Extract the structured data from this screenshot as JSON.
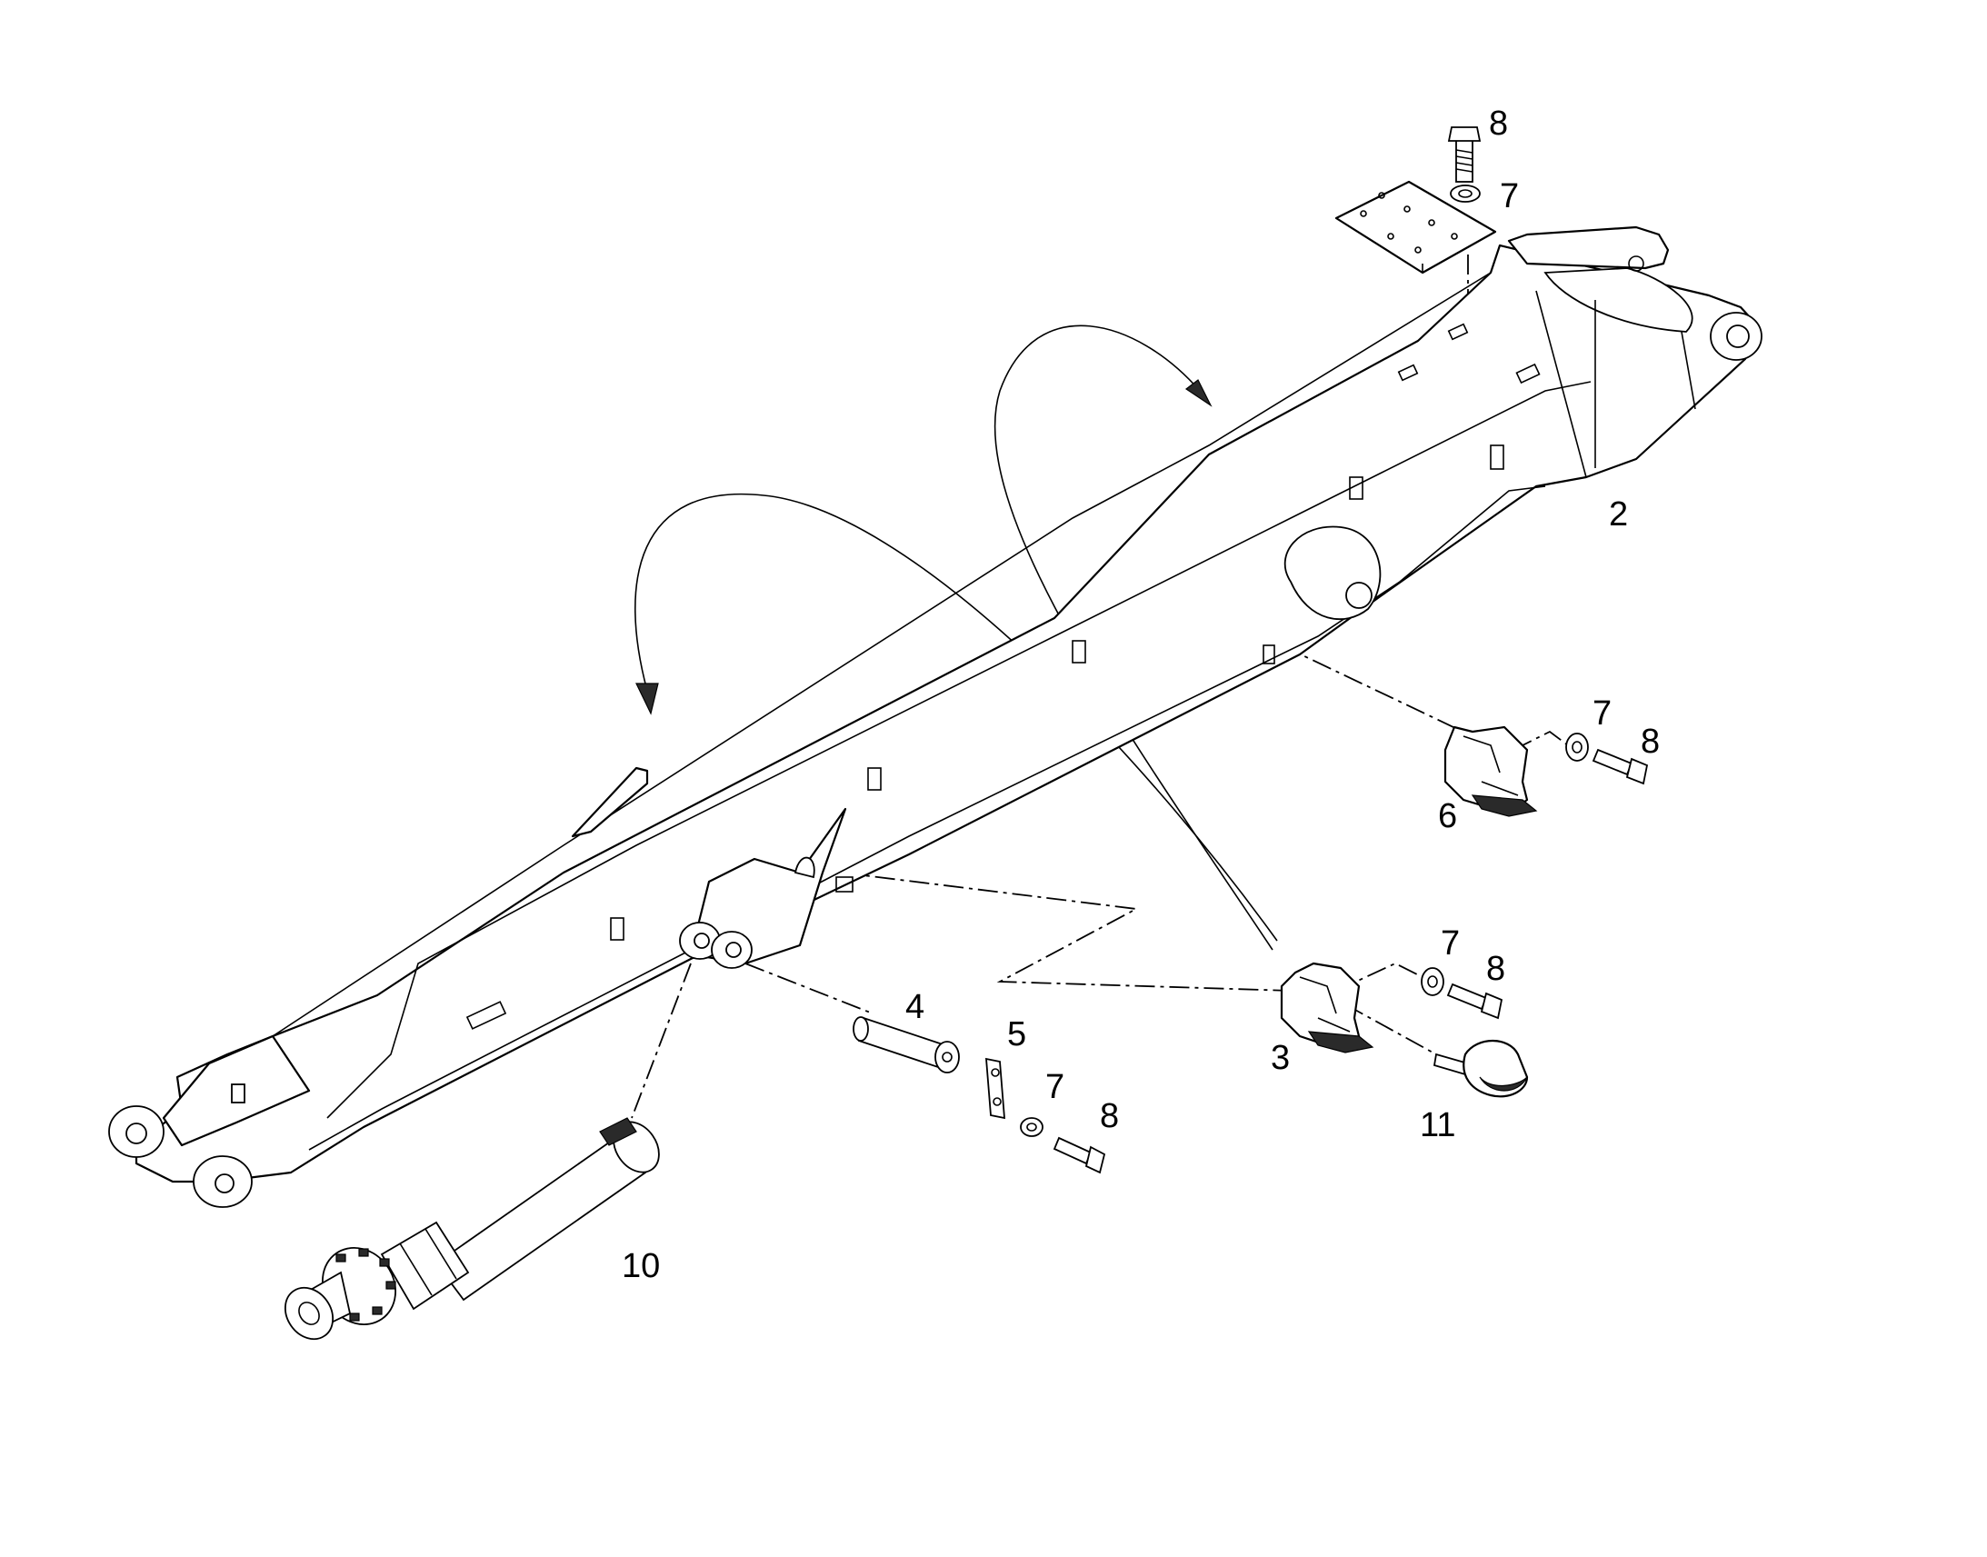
{
  "callouts": {
    "c2": "2",
    "c3": "3",
    "c4": "4",
    "c5": "5",
    "c6": "6",
    "c7_top": "7",
    "c7_right": "7",
    "c7_mid": "7",
    "c7_bottom": "7",
    "c8_top": "8",
    "c8_right": "8",
    "c8_mid": "8",
    "c8_bottom": "8",
    "c10": "10",
    "c11": "11"
  }
}
